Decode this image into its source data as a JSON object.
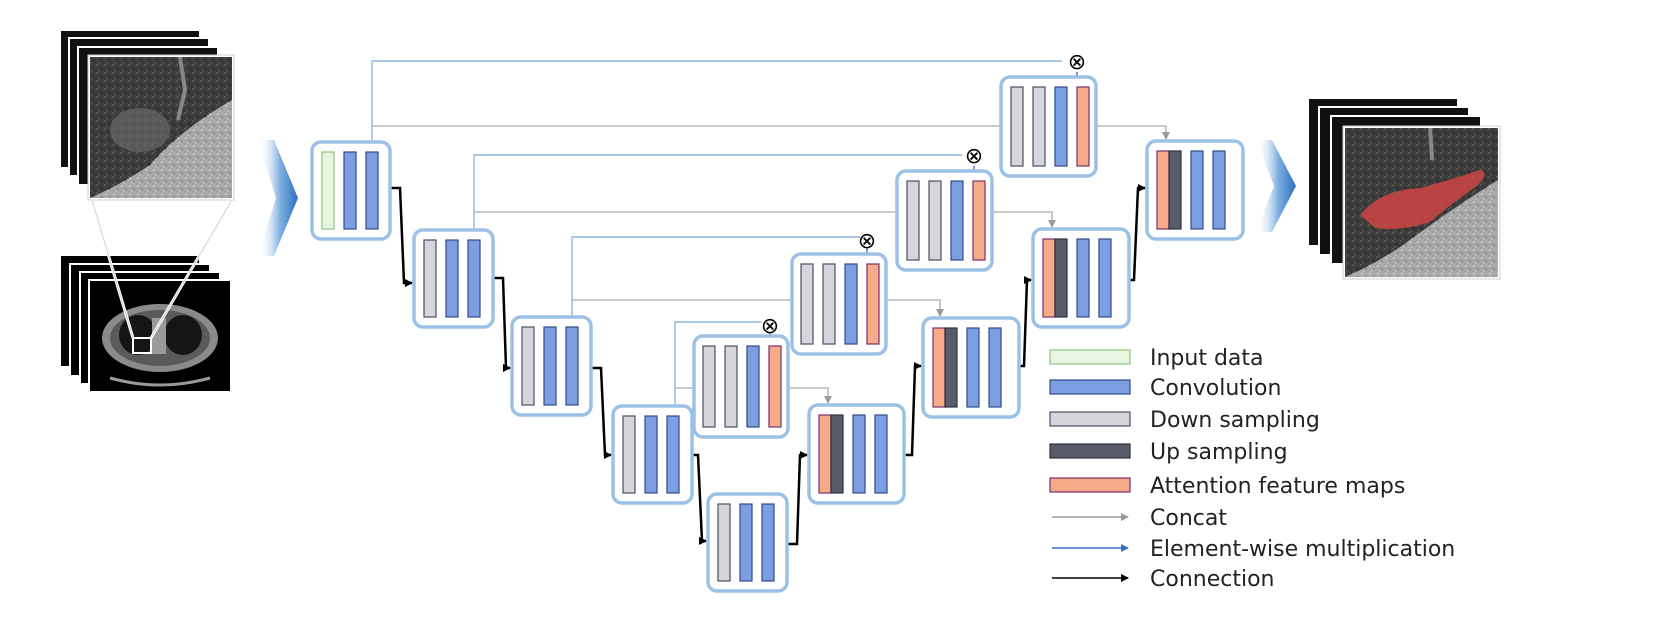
{
  "colors": {
    "input": "#e9f5e3",
    "input_border": "#8cc47c",
    "conv": "#7d9ee0",
    "conv_border": "#2f4a8a",
    "down": "#d5d6db",
    "down_border": "#4a4e61",
    "up": "#585c6a",
    "attention": "#f6ab87",
    "attention_border": "#7a2d70",
    "block_border": "#9cc1e6",
    "concat": "#b8b8b8",
    "multiply": "#8fb6dc",
    "connection": "#000000",
    "flow_arrow": "#3a7fc8"
  },
  "multiply_symbol": "⊗",
  "legend": [
    {
      "key": "input",
      "label": "Input data"
    },
    {
      "key": "conv",
      "label": "Convolution"
    },
    {
      "key": "down",
      "label": "Down sampling"
    },
    {
      "key": "up",
      "label": "Up sampling"
    },
    {
      "key": "attention",
      "label": "Attention feature maps"
    },
    {
      "key": "concat",
      "label": "Concat"
    },
    {
      "key": "multiply",
      "label": "Element-wise multiplication"
    },
    {
      "key": "connection",
      "label": "Connection"
    }
  ]
}
